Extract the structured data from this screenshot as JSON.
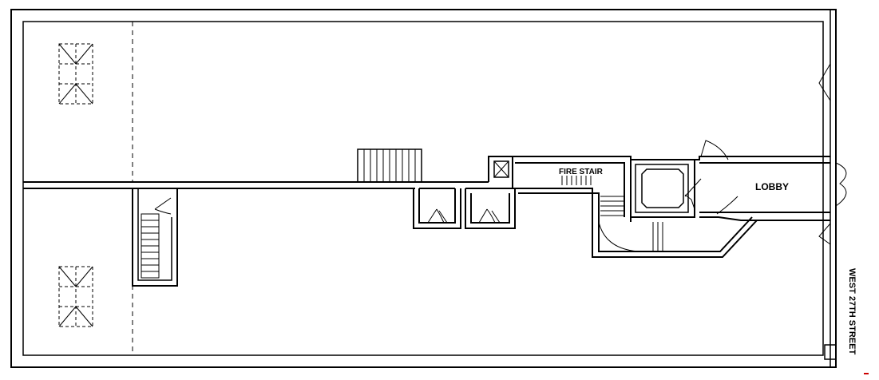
{
  "plan": {
    "labels": {
      "fire_stair": "FIRE STAIR",
      "lobby": "LOBBY",
      "street": "WEST 27TH STREET"
    },
    "colors": {
      "ink": "#000000",
      "paper": "#ffffff",
      "accent_mark": "#cc0000"
    },
    "symbols": {
      "skylight": "skylight-icon",
      "stair": "stair-icon",
      "door_swing": "door-swing-icon",
      "elevator": "elevator-icon",
      "shaft": "shaft-icon"
    }
  }
}
